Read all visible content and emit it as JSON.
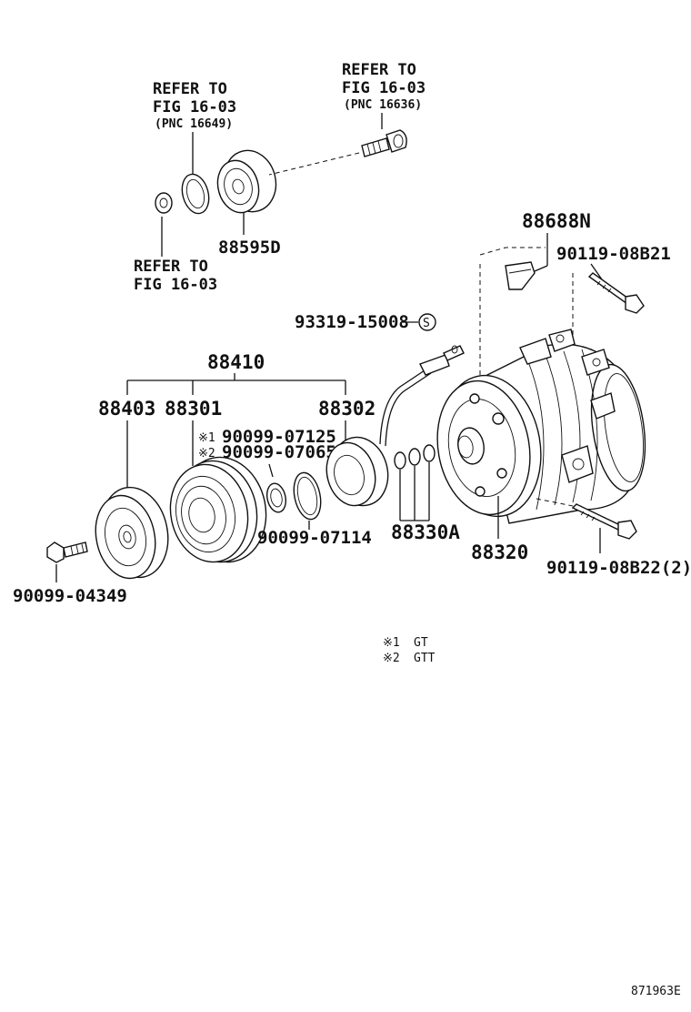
{
  "diagram": {
    "refs": {
      "left_line1": "REFER TO",
      "left_line2": "FIG 16-03",
      "left_line3": "(PNC 16649)",
      "right_line1": "REFER TO",
      "right_line2": "FIG 16-03",
      "right_line3": "(PNC 16636)",
      "bottom_line1": "REFER TO",
      "bottom_line2": "FIG 16-03"
    },
    "parts": {
      "p88595D": "88595D",
      "p88688N": "88688N",
      "p90119_08B21": "90119-08B21",
      "p93319_15008": "93319-15008",
      "s_mark": "S",
      "p88410": "88410",
      "p88403": "88403",
      "p88301": "88301",
      "p88302": "88302",
      "p90099_07125": "90099-07125",
      "p90099_07065": "90099-07065",
      "mark1": "※1",
      "mark2": "※2",
      "p90099_07114": "90099-07114",
      "p88330A": "88330A",
      "p88320": "88320",
      "p90119_08B22": "90119-08B22(2)",
      "p90099_04349": "90099-04349"
    },
    "notes": {
      "n1_mark": "※1",
      "n1_text": "GT",
      "n2_mark": "※2",
      "n2_text": "GTT"
    },
    "figure_id": "871963E"
  }
}
